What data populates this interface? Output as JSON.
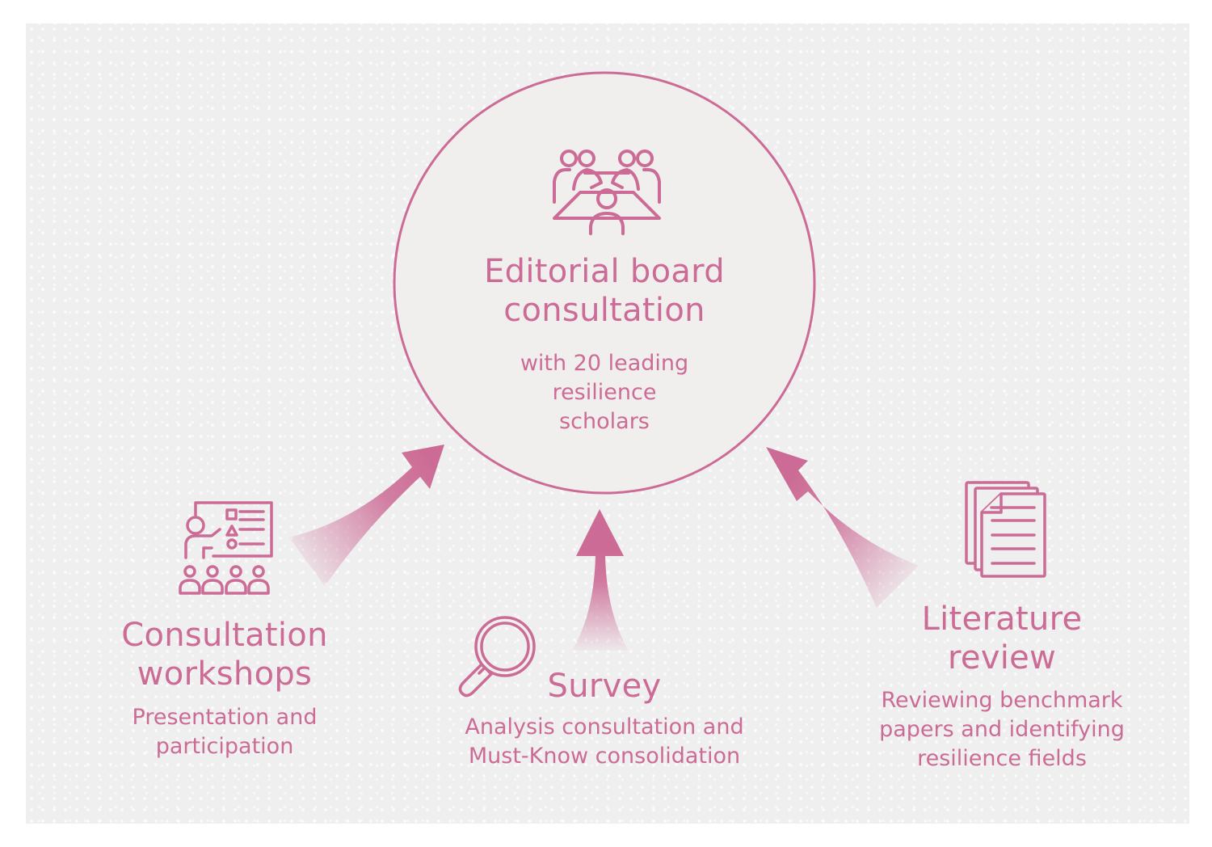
{
  "colors": {
    "accent": "#cc6b95",
    "background": "#efefef"
  },
  "center": {
    "icon": "meeting-table-icon",
    "title_lines": [
      "Editorial board",
      "consultation"
    ],
    "subtitle_lines": [
      "with 20 leading",
      "resilience",
      "scholars"
    ]
  },
  "nodes": [
    {
      "id": "consultation-workshops",
      "icon": "presentation-audience-icon",
      "title_lines": [
        "Consultation",
        "workshops"
      ],
      "subtitle_lines": [
        "Presentation and",
        "participation"
      ]
    },
    {
      "id": "survey",
      "icon": "magnifying-glass-icon",
      "title_lines": [
        "Survey"
      ],
      "subtitle_lines": [
        "Analysis consultation and",
        "Must-Know consolidation"
      ]
    },
    {
      "id": "literature-review",
      "icon": "documents-stack-icon",
      "title_lines": [
        "Literature",
        "review"
      ],
      "subtitle_lines": [
        "Reviewing benchmark",
        "papers and identifying",
        "resilience fields"
      ]
    }
  ],
  "arrows": [
    {
      "from": "consultation-workshops",
      "to": "center",
      "icon": "arrow-up-right-icon"
    },
    {
      "from": "survey",
      "to": "center",
      "icon": "arrow-up-icon"
    },
    {
      "from": "literature-review",
      "to": "center",
      "icon": "arrow-up-left-icon"
    }
  ]
}
